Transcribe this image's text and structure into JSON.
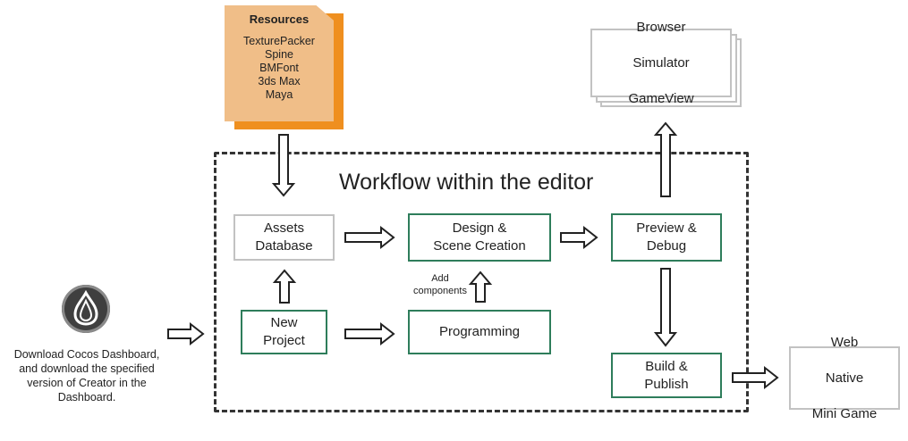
{
  "resources": {
    "title": "Resources",
    "items": [
      "TexturePacker",
      "Spine",
      "BMFont",
      "3ds Max",
      "Maya"
    ]
  },
  "output_browser": {
    "lines": [
      "Browser",
      "Simulator",
      "GameView"
    ]
  },
  "editor_frame": {
    "title": "Workflow within the editor"
  },
  "steps": {
    "assets": "Assets\nDatabase",
    "design": "Design &\nScene Creation",
    "preview": "Preview &\nDebug",
    "new_project": "New\nProject",
    "programming": "Programming",
    "build": "Build &\nPublish"
  },
  "add_components_label": "Add\ncomponents",
  "platforms": {
    "lines": [
      "Web",
      "Native",
      "Mini Game"
    ]
  },
  "dashboard": {
    "icon": "cocos-dashboard-logo",
    "text": "Download Cocos Dashboard,\nand download the specified\nversion of Creator in the\nDashboard."
  },
  "colors": {
    "step_border": "#2e7d5b",
    "resource_doc": "#f0be88",
    "resource_doc_shadow": "#ef8f1f",
    "frame_border": "#333333"
  }
}
